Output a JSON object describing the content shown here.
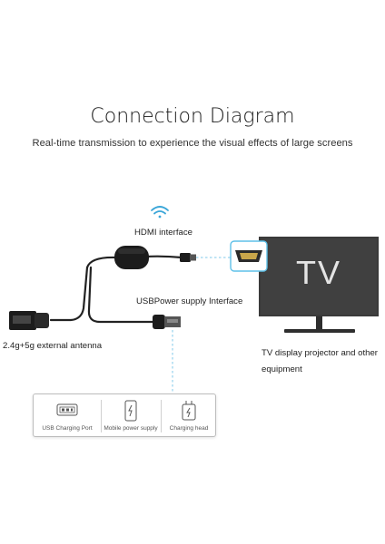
{
  "title": "Connection Diagram",
  "subtitle": "Real-time transmission to experience the visual effects of large screens",
  "labels": {
    "hdmi": "HDMI interface",
    "usb_power": "USBPower supply Interface",
    "antenna": "2.4g+5g external antenna",
    "tv_caption": "TV display projector and other equipment"
  },
  "tv_screen_text": "TV",
  "power_sources": [
    {
      "label": "USB Charging Port",
      "icon": "usb-port-icon"
    },
    {
      "label": "Mobile power supply",
      "icon": "power-bank-icon"
    },
    {
      "label": "Charging head",
      "icon": "charging-head-icon"
    }
  ],
  "colors": {
    "cable": "#222222",
    "dongle": "#1c1c1c",
    "tv_body": "#3a3a3a",
    "tv_stand": "#2e2e2e",
    "wifi_accent": "#3aa6d8",
    "hdmi_highlight": "#5ec0e8",
    "dashed_line": "#7fc8ea"
  }
}
